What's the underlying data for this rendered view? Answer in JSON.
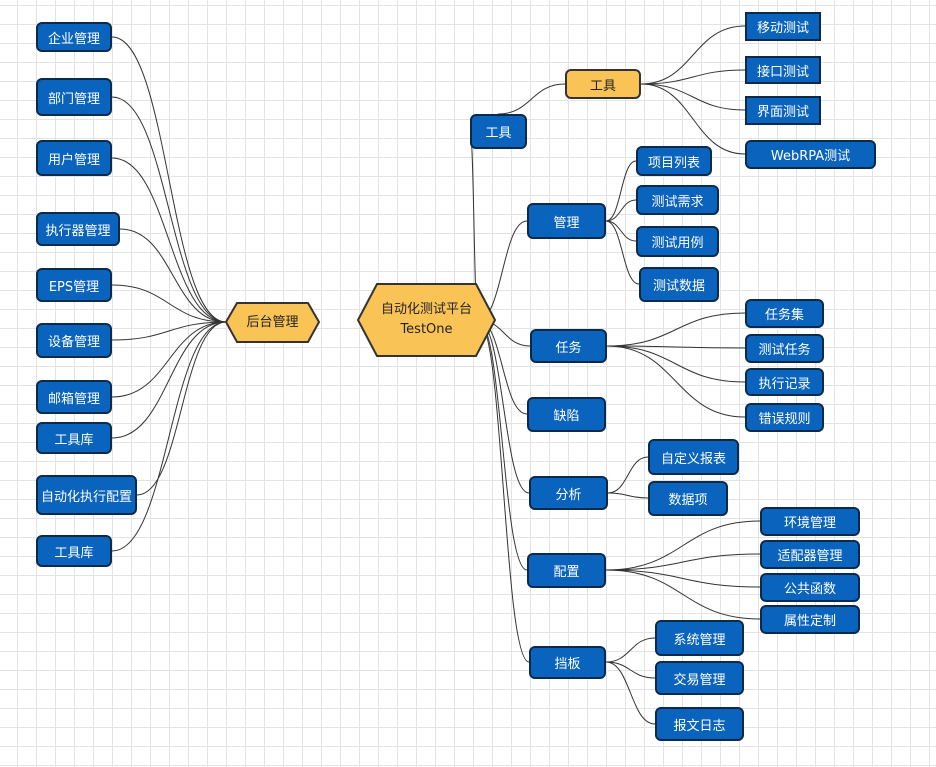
{
  "diagram": {
    "center": {
      "line1": "自动化测试平台",
      "line2": "TestOne"
    },
    "backend_hub": "后台管理",
    "backend_items": [
      "企业管理",
      "部门管理",
      "用户管理",
      "执行器管理",
      "EPS管理",
      "设备管理",
      "邮箱管理",
      "工具库",
      "自动化执行配置",
      "工具库"
    ],
    "branches": {
      "tools": {
        "label": "工具",
        "sub": "工具",
        "children": [
          "移动测试",
          "接口测试",
          "界面测试",
          "WebRPA测试"
        ]
      },
      "manage": {
        "label": "管理",
        "children": [
          "项目列表",
          "测试需求",
          "测试用例",
          "测试数据"
        ]
      },
      "task": {
        "label": "任务",
        "children": [
          "任务集",
          "测试任务",
          "执行记录",
          "错误规则"
        ]
      },
      "defect": {
        "label": "缺陷",
        "children": []
      },
      "analysis": {
        "label": "分析",
        "children": [
          "自定义报表",
          "数据项"
        ]
      },
      "config": {
        "label": "配置",
        "children": [
          "环境管理",
          "适配器管理",
          "公共函数",
          "属性定制"
        ]
      },
      "baffle": {
        "label": "挡板",
        "children": [
          "系统管理",
          "交易管理",
          "报文日志"
        ]
      }
    },
    "colors": {
      "node": "#0a64bd",
      "accent": "#f9c455",
      "border": "#0b2a4a",
      "line": "#333333"
    }
  }
}
